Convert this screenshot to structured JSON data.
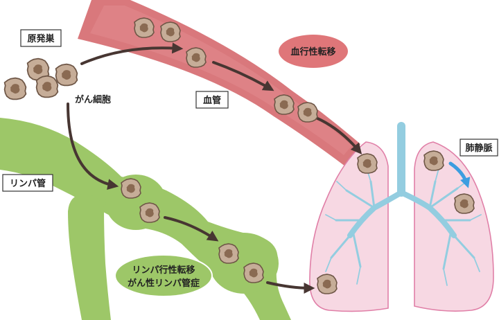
{
  "labels": {
    "primary_site": "原発巣",
    "cancer_cell": "がん細胞",
    "lymph_vessel": "リンパ管",
    "blood_vessel": "血管",
    "pulmonary_vein": "肺静脈",
    "hematogenous": "血行性転移",
    "lymphatic_line1": "リンパ行性転移",
    "lymphatic_line2": "がん性リンパ管症"
  },
  "colors": {
    "blood_vessel": "#d9787c",
    "lymph_vessel": "#9dc768",
    "lung_fill": "#f7d8e3",
    "lung_outline": "#e07fa7",
    "airway": "#93cde0",
    "cell_fill": "#c6ad98",
    "cell_nucleus": "#8a6a52",
    "arrow": "#473632",
    "pulmonary_vein_arrow": "#3c9de0",
    "hematogenous_badge": "#df7679",
    "lymphatic_badge": "#9dc768"
  }
}
